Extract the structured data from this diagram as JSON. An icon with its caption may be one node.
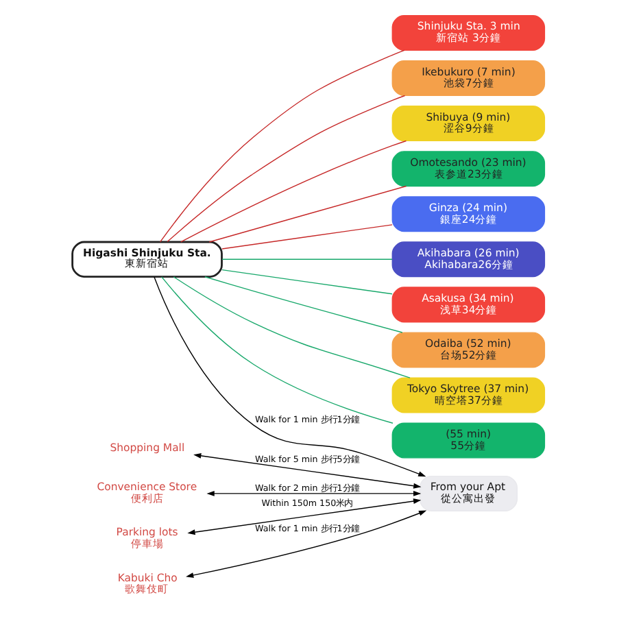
{
  "diagram": {
    "nodes": [
      {
        "text": [
          "Higashi Shinjuku Sta.",
          "東新宿站"
        ]
      },
      {
        "text": [
          "From your Apt",
          "從公寓出發"
        ]
      },
      {
        "text": [
          "Shopping Mall"
        ]
      },
      {
        "text": [
          "Convenience Store",
          "便利店"
        ]
      },
      {
        "text": [
          "Parking lots",
          "停車場"
        ]
      },
      {
        "text": [
          "Kabuki Cho",
          "歌舞伎町"
        ]
      },
      {
        "text": [
          "Shinjuku Sta. 3 min",
          "新宿站 3分鐘"
        ]
      },
      {
        "text": [
          "Ikebukuro (7 min)",
          "池袋7分鐘"
        ]
      },
      {
        "text": [
          "Shibuya (9 min)",
          "涩谷9分鐘"
        ]
      },
      {
        "text": [
          "Omotesando (23 min)",
          "表参道23分鐘"
        ]
      },
      {
        "text": [
          "Ginza (24 min)",
          "銀座24分鐘"
        ]
      },
      {
        "text": [
          "Akihabara (26 min)",
          "Akihabara26分鐘"
        ]
      },
      {
        "text": [
          "Asakusa (34 min)",
          "浅草34分鐘"
        ]
      },
      {
        "text": [
          "Odaiba (52 min)",
          "台场52分鐘"
        ]
      },
      {
        "text": [
          "Tokyo Skytree (37 min)",
          "晴空塔37分鐘"
        ]
      },
      {
        "text": [
          "(55 min)",
          "55分鐘"
        ]
      }
    ],
    "edges": [
      {
        "from": 0,
        "to": 1,
        "arrow": "to",
        "label": "Walk for 1 min 步行1分鐘"
      },
      {
        "from": 2,
        "to": 1,
        "arrow": "both",
        "label": "Walk for 5 min 步行5分鐘"
      },
      {
        "from": 3,
        "to": 1,
        "arrow": "both",
        "label": "Walk for 2 min 步行1分鐘"
      },
      {
        "from": 4,
        "to": 1,
        "arrow": "both",
        "label": "Within 150m 150米内"
      },
      {
        "from": 5,
        "to": 1,
        "arrow": "both",
        "label": "Walk for 1 min 步行1分鐘"
      },
      {
        "from": 0,
        "to": 6,
        "arrow": "none",
        "color": "#c62828"
      },
      {
        "from": 0,
        "to": 7,
        "arrow": "none",
        "color": "#c62828"
      },
      {
        "from": 0,
        "to": 8,
        "arrow": "none",
        "color": "#c62828"
      },
      {
        "from": 0,
        "to": 9,
        "arrow": "none",
        "color": "#c62828"
      },
      {
        "from": 0,
        "to": 10,
        "arrow": "none",
        "color": "#c62828"
      },
      {
        "from": 0,
        "to": 11,
        "arrow": "none",
        "color": "#18a86b"
      },
      {
        "from": 0,
        "to": 12,
        "arrow": "none",
        "color": "#18a86b"
      },
      {
        "from": 0,
        "to": 13,
        "arrow": "none",
        "color": "#18a86b"
      },
      {
        "from": 0,
        "to": 14,
        "arrow": "none",
        "color": "#18a86b"
      },
      {
        "from": 0,
        "to": 15,
        "arrow": "none",
        "color": "#18a86b"
      }
    ]
  }
}
